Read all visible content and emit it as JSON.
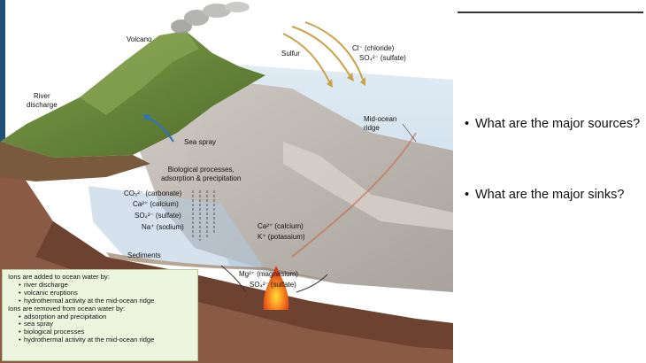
{
  "slide": {
    "bullets": [
      "What are the major sources?",
      "What are the major sinks?"
    ]
  },
  "diagram": {
    "labels": {
      "volcano": "Volcano",
      "sulfur": "Sulfur",
      "chloride": "Cl⁻ (chloride)",
      "sulfate_top": "SO₄²⁻ (sulfate)",
      "river": "River\ndischarge",
      "mid_ocean_ridge": "Mid-ocean\nridge",
      "sea_spray": "Sea spray",
      "bio_processes": "Biological processes,\nadsorption & precipitation",
      "carbonate": "CO₃²⁻ (carbonate)",
      "calcium_left": "Ca²⁺ (calcium)",
      "sulfate_left": "SO₄²⁻ (sulfate)",
      "sodium": "Na⁺ (sodium)",
      "calcium_right": "Ca²⁺ (calcium)",
      "potassium": "K⁺ (potassium)",
      "sediments": "Sediments",
      "magnesium": "Mg²⁺ (magnesium)",
      "sulfate_bottom": "SO₄²⁻ (sulfate)"
    },
    "info_box": {
      "added_heading": "Ions are added to ocean water by:",
      "added_items": [
        "river discharge",
        "volcanic eruptions",
        "hydrothermal activity at the mid-ocean ridge"
      ],
      "removed_heading": "Ions are removed from ocean water by:",
      "removed_items": [
        "adsorption and precipitation",
        "sea spray",
        "biological processes",
        "hydrothermal activity at the mid-ocean ridge"
      ]
    }
  },
  "colors": {
    "left_edge": "#1f4e79",
    "water": "#c9dcea",
    "land_green": "#6f8f3c",
    "seafloor": "#b9b2aa",
    "crust": "#8a5a44",
    "magma": "#f2661c",
    "info_box": "#eef5df"
  }
}
